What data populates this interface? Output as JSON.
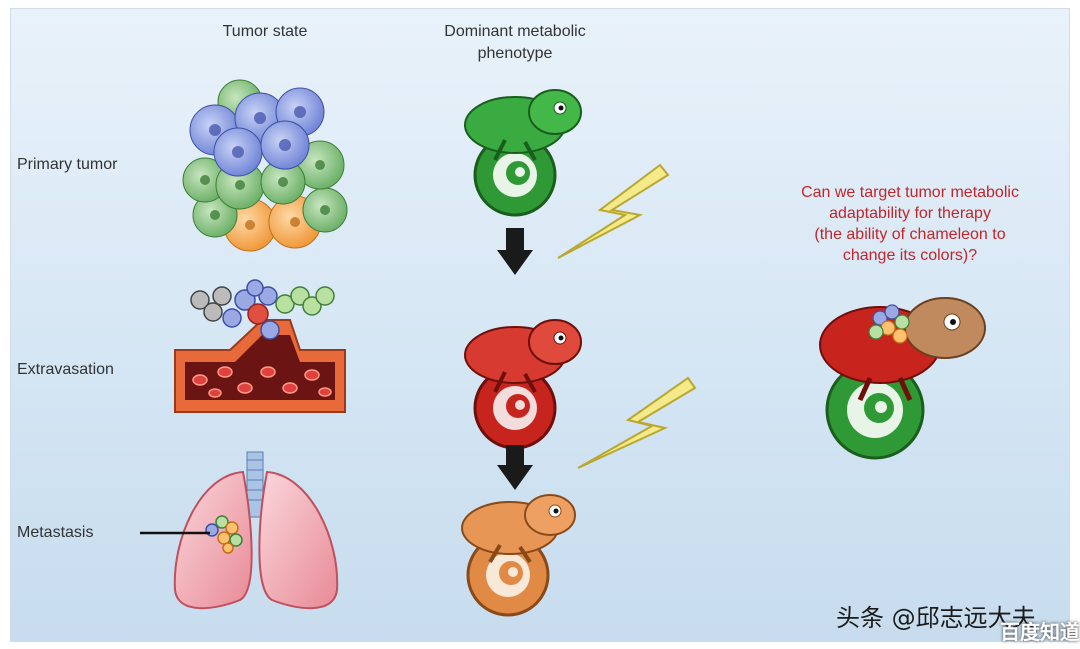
{
  "headers": {
    "tumor_state": "Tumor state",
    "phenotype_line1": "Dominant metabolic",
    "phenotype_line2": "phenotype"
  },
  "rows": [
    {
      "label": "Primary tumor",
      "chameleon_color": "#2f9a35"
    },
    {
      "label": "Extravasation",
      "chameleon_color": "#c7241e"
    },
    {
      "label": "Metastasis",
      "chameleon_color": "#e08a46"
    }
  ],
  "question": {
    "line1": "Can we target tumor metabolic",
    "line2": "adaptability for therapy",
    "line3": "(the ability of chameleon to",
    "line4": "change its colors)?"
  },
  "watermark": {
    "author": "头条 @邱志远大夫",
    "site": "百度知道"
  },
  "colors": {
    "question_text": "#c0262c",
    "bolt_fill": "#f5ea8a",
    "arrow": "#1a1a1a"
  }
}
